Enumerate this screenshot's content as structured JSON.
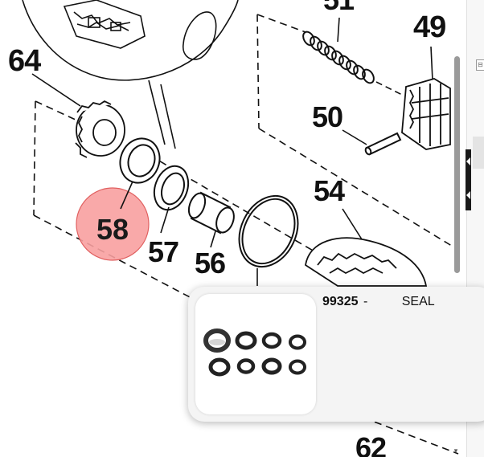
{
  "diagram": {
    "labels": {
      "l64": "64",
      "l51": "51",
      "l49": "49",
      "l50": "50",
      "l54": "54",
      "l57": "57",
      "l56": "56",
      "l62": "62"
    },
    "hotspot": {
      "label": "58",
      "color": "#f8a0a0",
      "stroke": "#e06060"
    }
  },
  "popup": {
    "part_number": "99325",
    "separator": "-",
    "description": "SEAL",
    "thumbnail_icon": "seal-kit-image"
  },
  "colors": {
    "line": "#111111",
    "card_bg": "#f4f4f4",
    "scroll_thumb": "#9a9a9a"
  }
}
